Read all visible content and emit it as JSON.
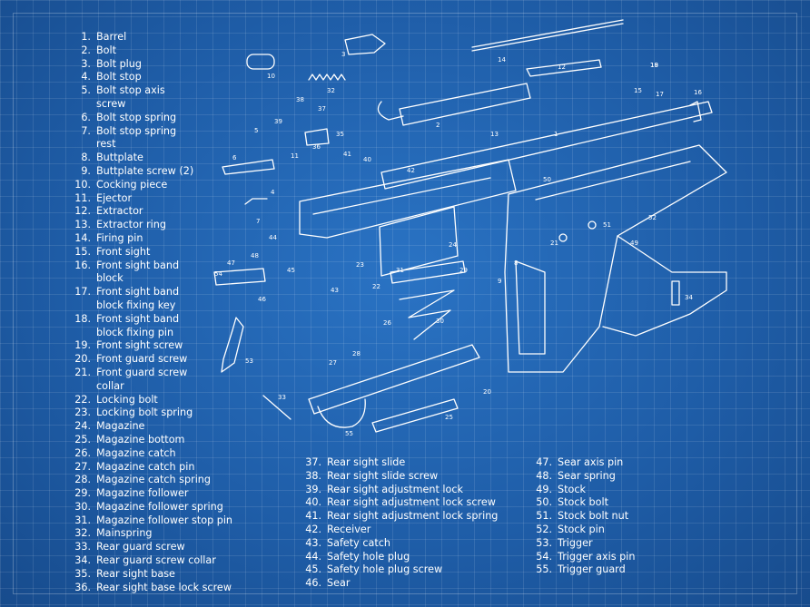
{
  "parts_list": {
    "col1": [
      {
        "n": "1.",
        "t": "Barrel"
      },
      {
        "n": "2.",
        "t": "Bolt"
      },
      {
        "n": "3.",
        "t": "Bolt plug"
      },
      {
        "n": "4.",
        "t": "Bolt stop"
      },
      {
        "n": "5.",
        "t": "Bolt stop axis"
      },
      {
        "n": "",
        "t": "screw"
      },
      {
        "n": "6.",
        "t": "Bolt stop spring"
      },
      {
        "n": "7.",
        "t": "Bolt stop spring"
      },
      {
        "n": "",
        "t": "rest"
      },
      {
        "n": "8.",
        "t": "Buttplate"
      },
      {
        "n": "9.",
        "t": "Buttplate screw (2)"
      },
      {
        "n": "10.",
        "t": "Cocking piece"
      },
      {
        "n": "11.",
        "t": "Ejector"
      },
      {
        "n": "12.",
        "t": "Extractor"
      },
      {
        "n": "13.",
        "t": "Extractor ring"
      },
      {
        "n": "14.",
        "t": "Firing pin"
      },
      {
        "n": "15.",
        "t": "Front sight"
      },
      {
        "n": "16.",
        "t": "Front sight band"
      },
      {
        "n": "",
        "t": "block"
      },
      {
        "n": "17.",
        "t": "Front sight band"
      },
      {
        "n": "",
        "t": "block fixing key"
      },
      {
        "n": "18.",
        "t": "Front sight band"
      },
      {
        "n": "",
        "t": "block fixing pin"
      },
      {
        "n": "19.",
        "t": "Front sight screw"
      },
      {
        "n": "20.",
        "t": "Front guard screw"
      },
      {
        "n": "21.",
        "t": "Front guard screw"
      },
      {
        "n": "",
        "t": "collar"
      },
      {
        "n": "22.",
        "t": "Locking bolt"
      },
      {
        "n": "23.",
        "t": "Locking bolt spring"
      },
      {
        "n": "24.",
        "t": "Magazine"
      },
      {
        "n": "25.",
        "t": "Magazine bottom"
      },
      {
        "n": "26.",
        "t": "Magazine catch"
      },
      {
        "n": "27.",
        "t": "Magazine catch pin"
      },
      {
        "n": "28.",
        "t": "Magazine catch spring"
      },
      {
        "n": "29.",
        "t": "Magazine follower"
      },
      {
        "n": "30.",
        "t": "Magazine follower spring"
      },
      {
        "n": "31.",
        "t": "Magazine follower stop pin"
      },
      {
        "n": "32.",
        "t": "Mainspring"
      },
      {
        "n": "33.",
        "t": "Rear guard screw"
      },
      {
        "n": "34.",
        "t": "Rear guard screw collar"
      },
      {
        "n": "35.",
        "t": "Rear sight base"
      },
      {
        "n": "36.",
        "t": "Rear sight base lock screw"
      }
    ],
    "col2": [
      {
        "n": "37.",
        "t": "Rear sight slide"
      },
      {
        "n": "38.",
        "t": "Rear sight slide screw"
      },
      {
        "n": "39.",
        "t": "Rear sight adjustment lock"
      },
      {
        "n": "40.",
        "t": "Rear sight adjustment lock screw"
      },
      {
        "n": "41.",
        "t": "Rear sight adjustment lock spring"
      },
      {
        "n": "42.",
        "t": "Receiver"
      },
      {
        "n": "43.",
        "t": "Safety catch"
      },
      {
        "n": "44.",
        "t": "Safety hole plug"
      },
      {
        "n": "45.",
        "t": "Safety hole plug screw"
      },
      {
        "n": "46.",
        "t": "Sear"
      }
    ],
    "col3": [
      {
        "n": "47.",
        "t": "Sear axis pin"
      },
      {
        "n": "48.",
        "t": "Sear spring"
      },
      {
        "n": "49.",
        "t": "Stock"
      },
      {
        "n": "50.",
        "t": "Stock bolt"
      },
      {
        "n": "51.",
        "t": "Stock bolt nut"
      },
      {
        "n": "52.",
        "t": "Stock pin"
      },
      {
        "n": "53.",
        "t": "Trigger"
      },
      {
        "n": "54.",
        "t": "Trigger axis pin"
      },
      {
        "n": "55.",
        "t": "Trigger guard"
      }
    ]
  },
  "callouts": [
    "1",
    "2",
    "3",
    "4",
    "5",
    "6",
    "7",
    "8",
    "9",
    "10",
    "11",
    "12",
    "13",
    "14",
    "15",
    "16",
    "17",
    "18",
    "19",
    "20",
    "21",
    "22",
    "23",
    "24",
    "25",
    "26",
    "27",
    "28",
    "29",
    "30",
    "31",
    "32",
    "33",
    "34",
    "35",
    "36",
    "37",
    "38",
    "39",
    "40",
    "41",
    "42",
    "43",
    "44",
    "45",
    "46",
    "47",
    "48",
    "49",
    "50",
    "51",
    "52",
    "53",
    "54",
    "55"
  ],
  "colors": {
    "background": "#1f5fa8",
    "line": "#ffffff"
  }
}
